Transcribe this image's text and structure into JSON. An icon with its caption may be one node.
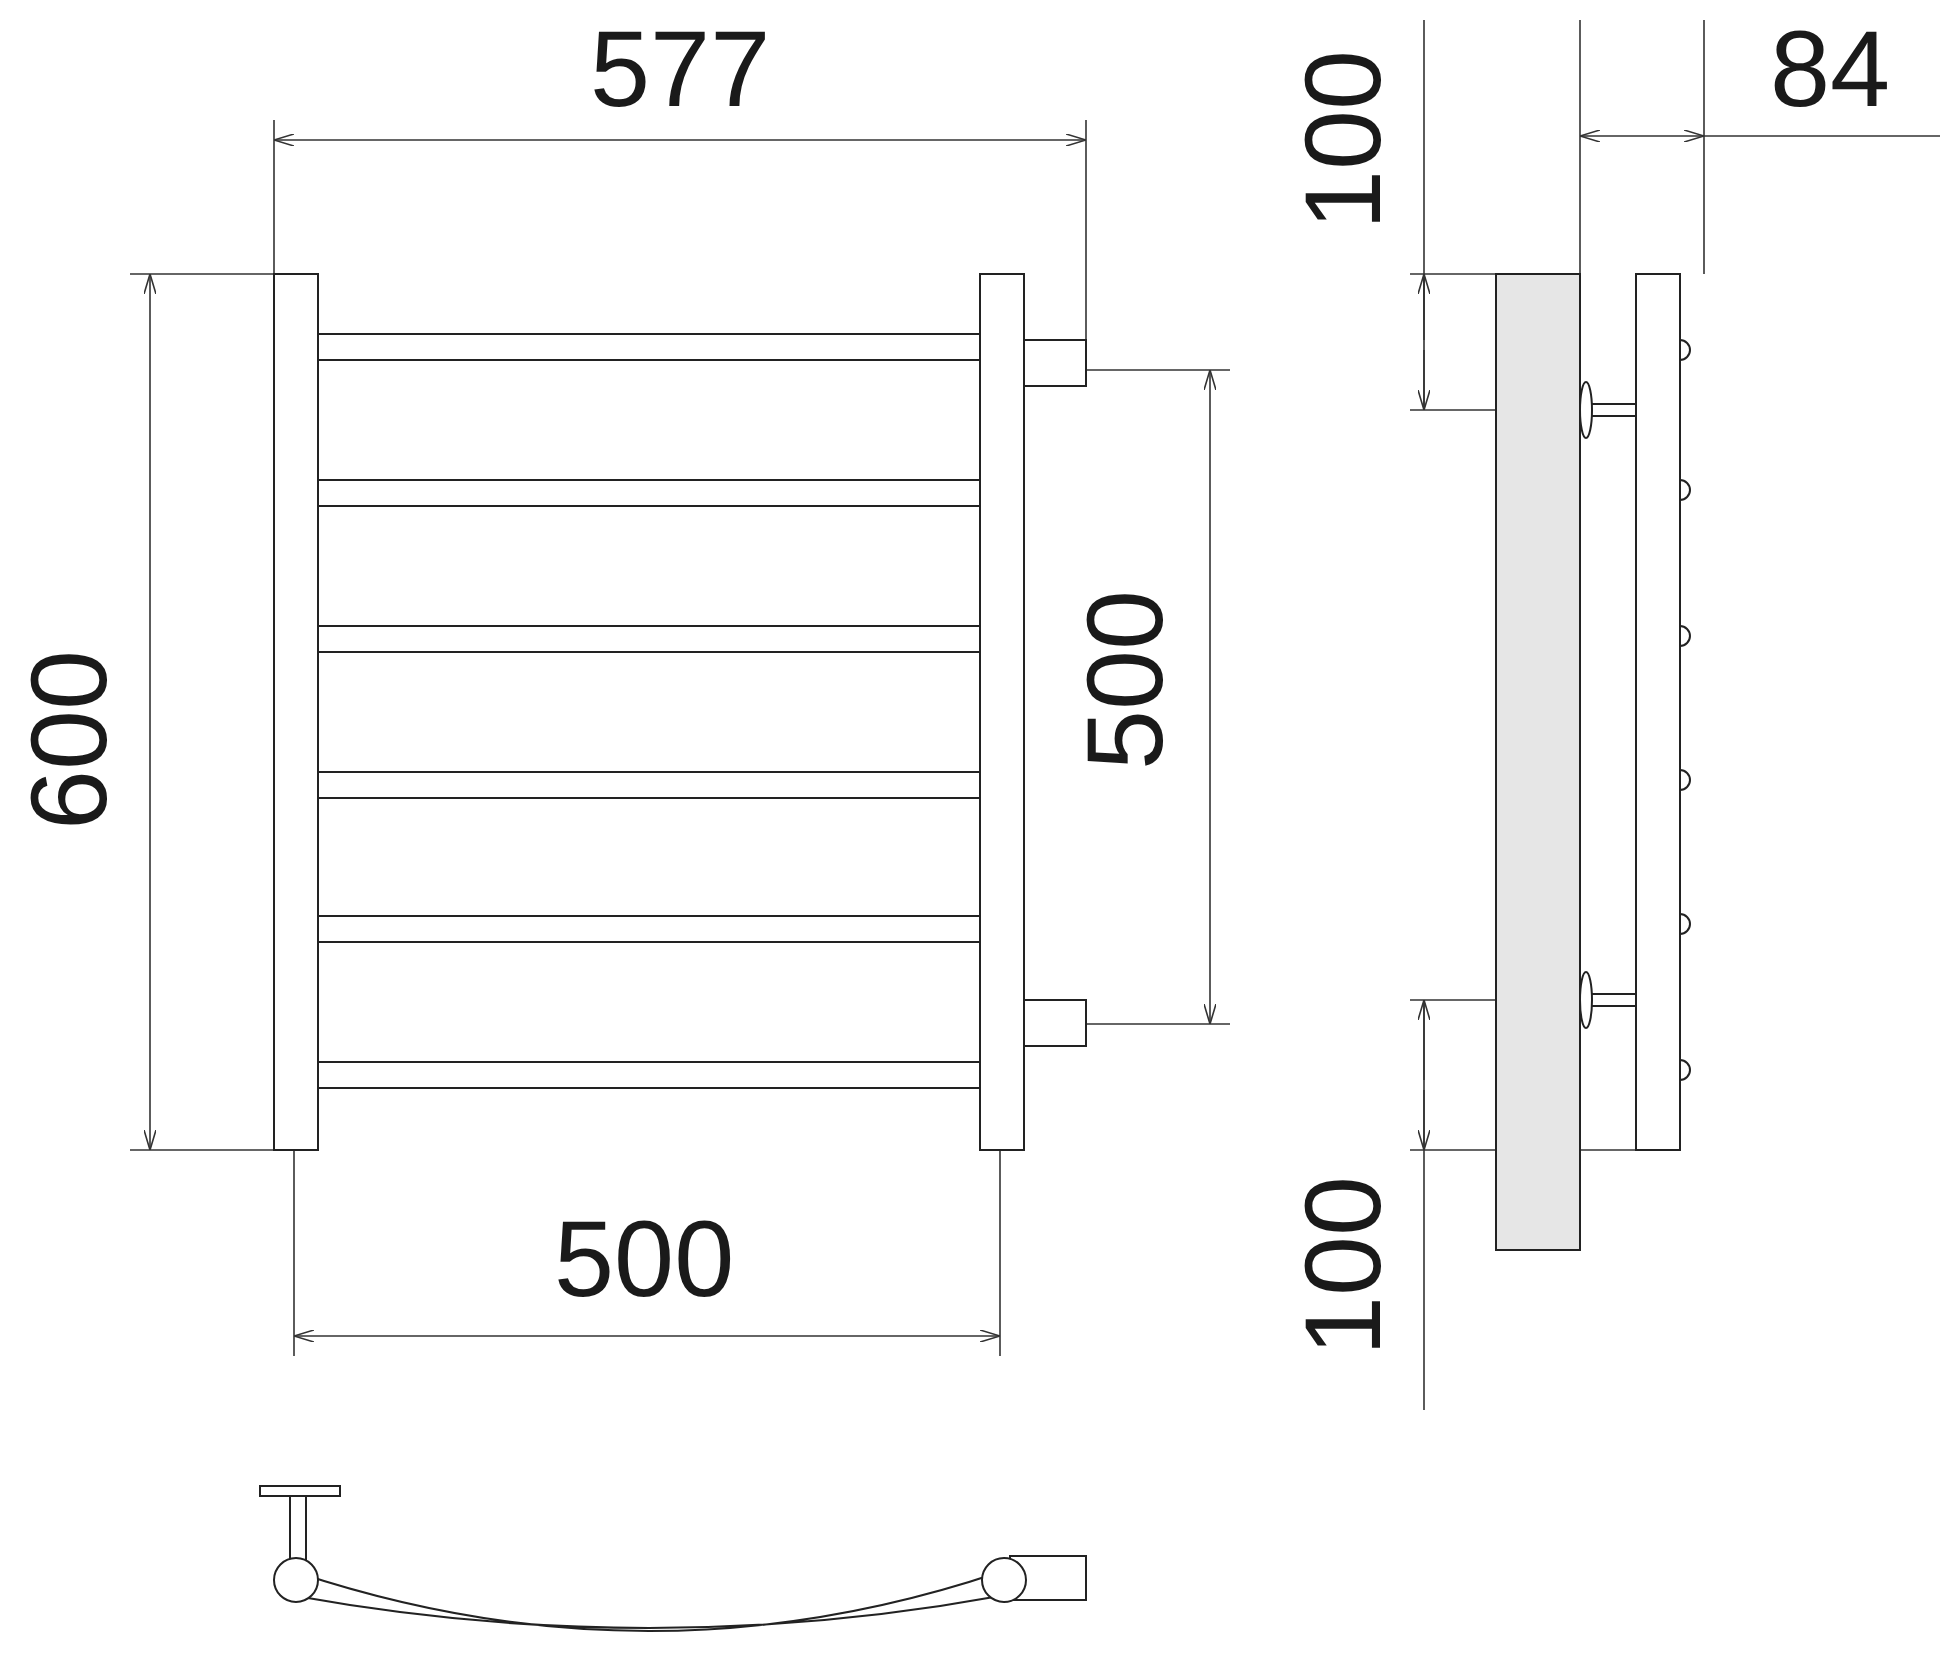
{
  "diagram": {
    "labels": [
      "577",
      "84",
      "100",
      "600",
      "500",
      "500",
      "100"
    ]
  }
}
